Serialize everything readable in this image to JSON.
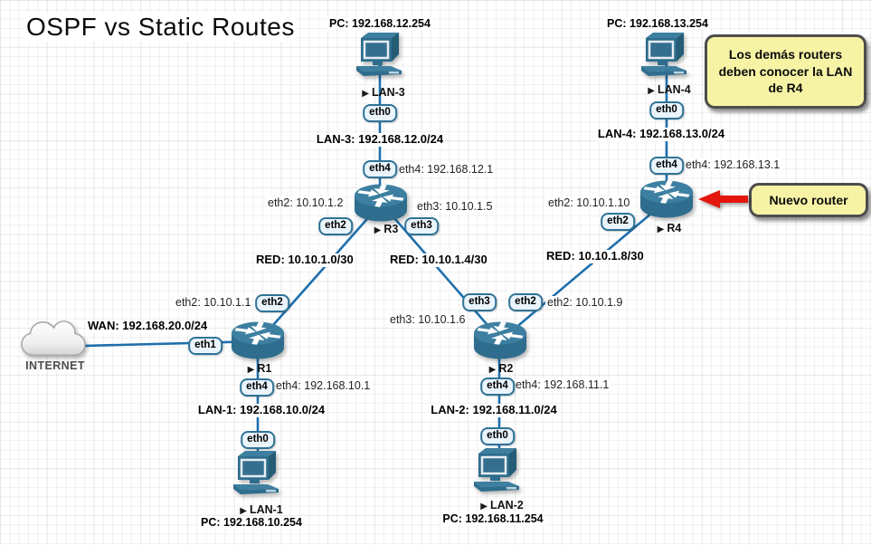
{
  "title": "OSPF vs Static Routes",
  "glyphs": {
    "node_marker": "▶"
  },
  "internet": {
    "label": "INTERNET"
  },
  "nodes": {
    "lan1": {
      "name": "LAN-1",
      "pc": "PC: 192.168.10.254"
    },
    "lan2": {
      "name": "LAN-2",
      "pc": "PC: 192.168.11.254"
    },
    "lan3": {
      "name": "LAN-3",
      "pc": "PC: 192.168.12.254"
    },
    "lan4": {
      "name": "LAN-4",
      "pc": "PC: 192.168.13.254"
    },
    "r1": {
      "name": "R1"
    },
    "r2": {
      "name": "R2"
    },
    "r3": {
      "name": "R3"
    },
    "r4": {
      "name": "R4"
    }
  },
  "networks": {
    "lan1": "LAN-1: 192.168.10.0/24",
    "lan2": "LAN-2: 192.168.11.0/24",
    "lan3": "LAN-3: 192.168.12.0/24",
    "lan4": "LAN-4: 192.168.13.0/24",
    "wan": "WAN: 192.168.20.0/24",
    "red_a": "RED: 10.10.1.0/30",
    "red_b": "RED: 10.10.1.4/30",
    "red_c": "RED: 10.10.1.8/30"
  },
  "badges": {
    "lan3_eth0": "eth0",
    "r3_eth4": "eth4",
    "r3_eth2": "eth2",
    "r3_eth3": "eth3",
    "lan4_eth0": "eth0",
    "r4_eth4": "eth4",
    "r4_eth2": "eth2",
    "r1_eth2": "eth2",
    "r1_eth1": "eth1",
    "r1_eth4": "eth4",
    "lan1_eth0": "eth0",
    "r2_eth3": "eth3",
    "r2_eth2": "eth2",
    "r2_eth4": "eth4",
    "lan2_eth0": "eth0"
  },
  "ip_labels": {
    "r3_eth4": "eth4: 192.168.12.1",
    "r3_eth2": "eth2: 10.10.1.2",
    "r3_eth3": "eth3: 10.10.1.5",
    "r4_eth4": "eth4: 192.168.13.1",
    "r4_eth2": "eth2: 10.10.1.10",
    "r1_eth2": "eth2: 10.10.1.1",
    "r1_eth4": "eth4: 192.168.10.1",
    "r2_eth3": "eth3: 10.10.1.6",
    "r2_eth2": "eth2: 10.10.1.9",
    "r2_eth4": "eth4: 192.168.11.1"
  },
  "notes": {
    "info": "Los demás routers deben conocer la LAN de R4",
    "arrow": "Nuevo router"
  },
  "colors": {
    "device_teal": "#2E6D8D",
    "link_blue": "#1E6FAD",
    "note_yellow": "#F7F3A5",
    "arrow_red": "#E3170D"
  }
}
